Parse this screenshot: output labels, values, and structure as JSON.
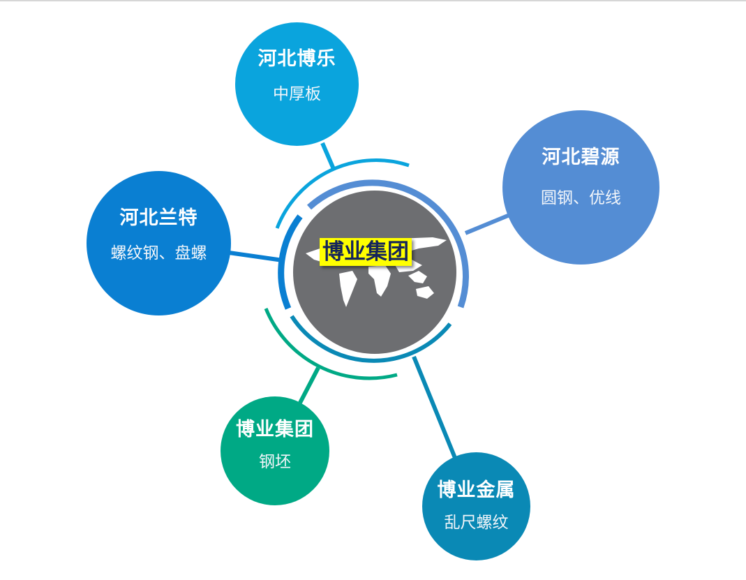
{
  "center": {
    "label": "博业集团",
    "globe_color": "#6d6e71",
    "label_bg": "#ffff00",
    "label_color": "#14245a"
  },
  "nodes": [
    {
      "id": "hebei-bole",
      "name": "河北博乐",
      "product": "中厚板",
      "color": "#0aa4dd"
    },
    {
      "id": "hebei-biyuan",
      "name": "河北碧源",
      "product": "圆钢、优线",
      "color": "#548dd4"
    },
    {
      "id": "hebei-lante",
      "name": "河北兰特",
      "product": "螺纹钢、盘螺",
      "color": "#0a7fd2"
    },
    {
      "id": "boye-group",
      "name": "博业集团",
      "product": "钢坯",
      "color": "#00a985"
    },
    {
      "id": "boye-metal",
      "name": "博业金属",
      "product": "乱尺螺纹",
      "color": "#0a89b5"
    }
  ]
}
